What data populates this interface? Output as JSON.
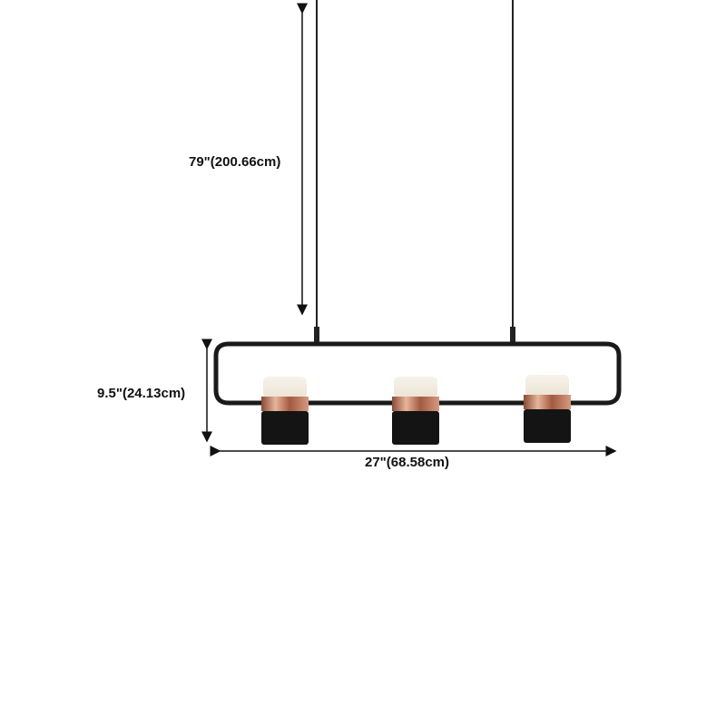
{
  "dimensions": {
    "cord_length": "79\"(200.66cm)",
    "height": "9.5\"(24.13cm)",
    "width": "27\"(68.58cm)"
  },
  "product": {
    "lamp_count": 3,
    "colors": {
      "frame": "#1a1a1a",
      "copper": "#b8735a",
      "shade": "#f3efe6",
      "body": "#141414"
    }
  }
}
